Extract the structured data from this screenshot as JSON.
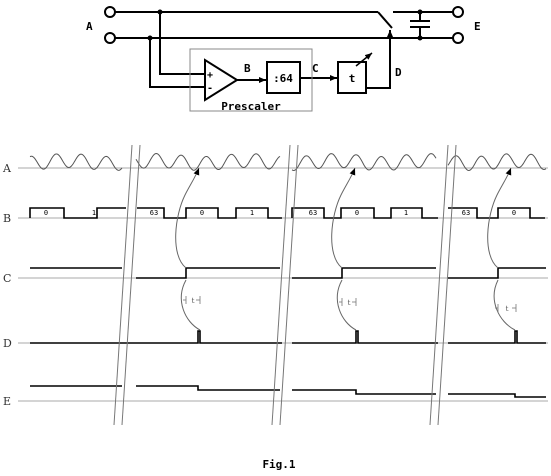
{
  "circuit": {
    "terminal_a": "A",
    "terminal_e": "E",
    "node_b": "B",
    "node_c": "C",
    "node_d": "D",
    "comparator_plus": "+",
    "comparator_minus": "-",
    "divider_label": ":64",
    "delay_label": "t",
    "prescaler_label": "Prescaler"
  },
  "timing": {
    "row_labels": [
      "A",
      "B",
      "C",
      "D",
      "E"
    ],
    "counter_labels": [
      "0",
      "1",
      "63",
      "0",
      "1",
      "63",
      "0",
      "1",
      "63",
      "0"
    ],
    "delay_label": "t"
  },
  "caption": "Fig.1"
}
